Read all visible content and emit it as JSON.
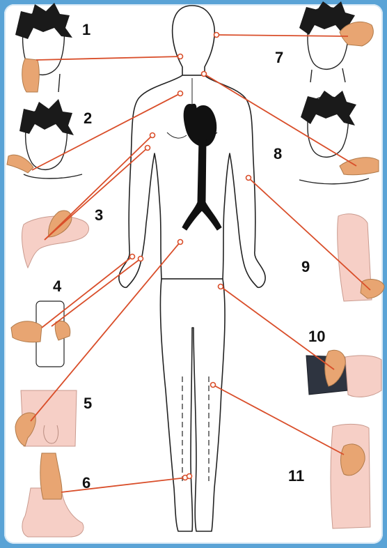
{
  "labels": [
    "1",
    "2",
    "3",
    "4",
    "5",
    "6",
    "7",
    "8",
    "9",
    "10",
    "11"
  ],
  "colors": {
    "frame": "#5aa3d6",
    "line": "#d94e2a",
    "skin": "#f6cfc6",
    "hand": "#e8a572",
    "hair": "#1a1a1a",
    "vessel": "#111111",
    "shorts": "#2e3440"
  }
}
